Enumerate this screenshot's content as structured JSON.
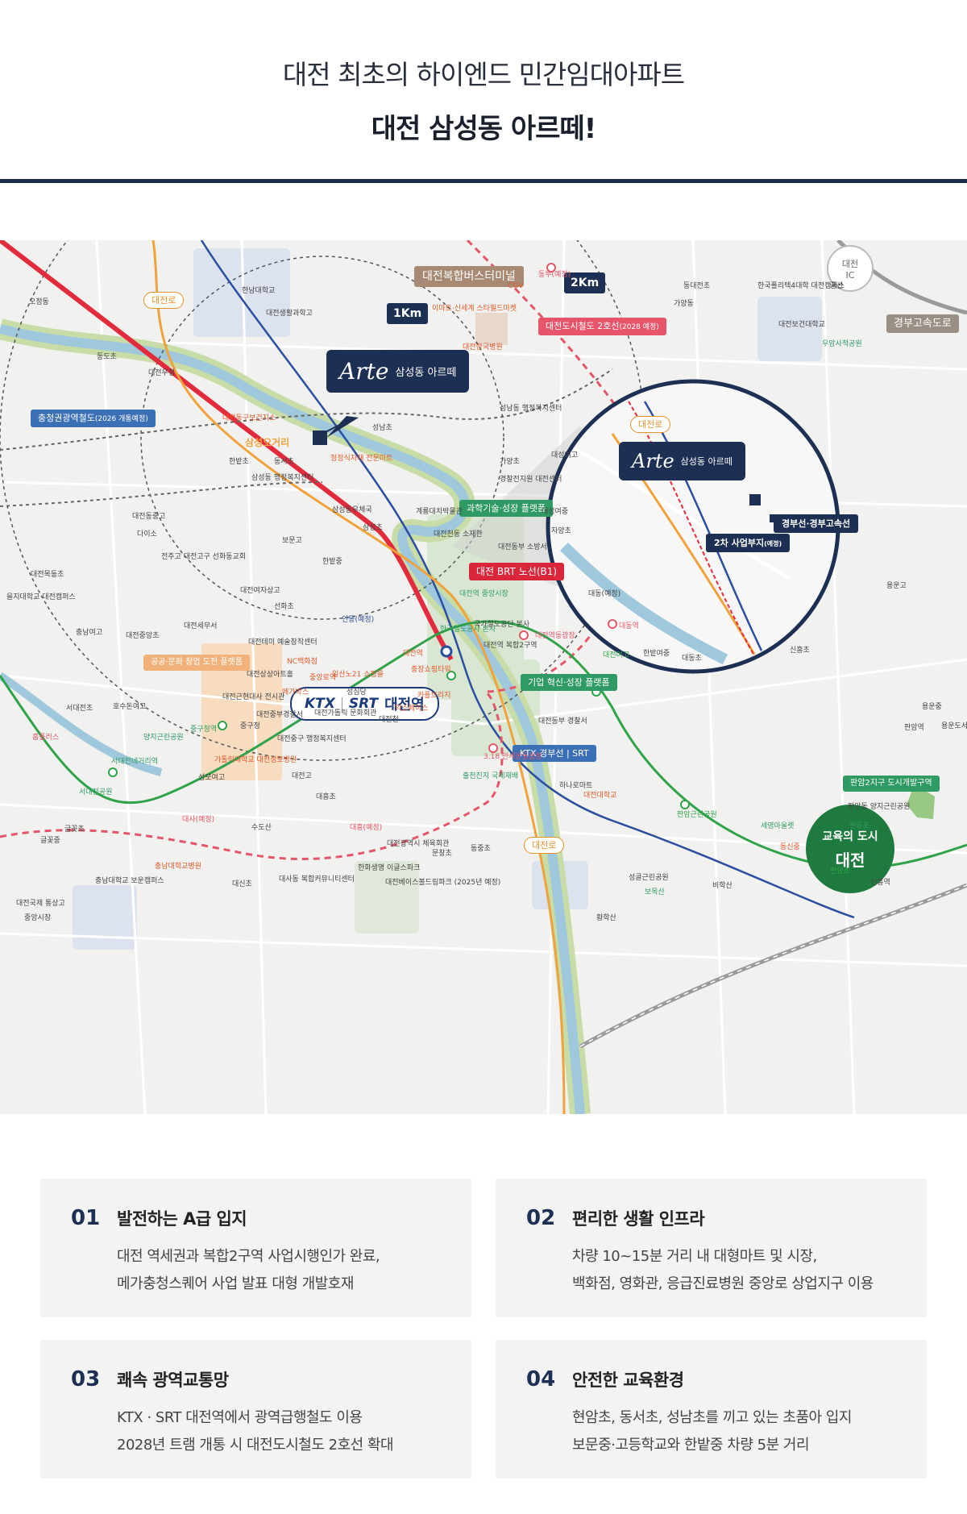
{
  "header": {
    "subtitle": "대전 최초의 하이엔드 민간임대아파트",
    "title": "대전 삼성동 아르떼!"
  },
  "map": {
    "radius_labels": {
      "r1": "1Km",
      "r2": "2Km"
    },
    "ic": {
      "name": "대전",
      "code": "IC"
    },
    "arte": {
      "logo": "Arte",
      "name": "삼성동 아르떼"
    },
    "ktx": {
      "ktx": "KTX",
      "srt": "SRT",
      "station": "대전역"
    },
    "education": {
      "line1": "교육의 도시",
      "line2": "대전"
    },
    "tags": {
      "bus_terminal": "대전복합버스터미널",
      "metro2": "대전도시철도 2호선",
      "metro2_note": "(2028 예정)",
      "regional_rail": "충청권광역철도",
      "regional_rail_note": "(2026 개통예정)",
      "brt": "대전 BRT 노선(B1)",
      "science_platform": "과학기술·성장 플랫폼",
      "enterprise_platform": "기업 혁신·성장 플랫폼",
      "ktx_line": "KTX 경부선 | SRT",
      "gyeongbu_expressway": "경부고속도로",
      "gyeongbu_line": "경부선·경부고속선",
      "second_site": "2차 사업부지",
      "second_site_note": "(예정)",
      "startup_street": "공공·문화 창업 도전 플랫폼",
      "hanbat_district": "판암2지구 도시개발구역",
      "daejeon_ro_1": "대전로",
      "daejeon_ro_2": "대전로",
      "daejeon_ro_3": "대전로",
      "samsung_ogeori": "삼성오거리"
    },
    "places": [
      "한남대학교",
      "오정동",
      "대전로",
      "대전생활과학고",
      "이마트·신세계 스타필드마켓",
      "CGV",
      "동부(예정)",
      "대전한국병원",
      "동대전초",
      "가양동",
      "한국폴리텍4대학 대전캠퍼스",
      "궁산",
      "대전보건대학교",
      "우암사적공원",
      "동도초",
      "대전우정",
      "대전동구보건지소",
      "청정식자재 전문마트",
      "성남초",
      "성남동 행정복지센터",
      "한밭초",
      "동서초",
      "삼성동 행정복지센터",
      "삼성동우체국",
      "삼성초",
      "대전동중고",
      "다이소",
      "전주고 대전고구 선화동교회",
      "보문고",
      "한밭중",
      "대전여자상고",
      "선화초",
      "대전목동초",
      "을지대학교 대전캠퍼스",
      "충남여고",
      "대전중앙초",
      "대전세무서",
      "대전테미 예술창작센터",
      "NC백화점",
      "일산노21 쇼핑몰",
      "중앙로역",
      "대전상상아트홀",
      "메가박스",
      "성심당",
      "대전근현대사 전시관",
      "대전중부경찰서",
      "중구청",
      "대전가톨릭 문화회관",
      "서대전초",
      "호수돈여고",
      "양지근린공원",
      "중구청역",
      "흡플러스",
      "대전중구 행정복지센터",
      "서대전네거리역",
      "가톨릭대학교 대전성모병원",
      "성모여고",
      "서대전공원",
      "대전고",
      "대흥초",
      "대흥(예정)",
      "대사(예정)",
      "수도산",
      "글꽃초",
      "글꽃중",
      "충남대학교 보운캠퍼스",
      "충남대학교병원",
      "대신초",
      "대사동 복합커뮤니티센터",
      "대전광역시 체육회관",
      "한화생명 이글스파크",
      "대전베이스볼드림파크 (2025년 예정)",
      "문창초",
      "동중초",
      "대전국제 통상고",
      "중앙시장",
      "대전역",
      "한국철도공사 본사",
      "국가철도공단 본사",
      "대전역 복합2구역",
      "대전역동광장",
      "대전역 중앙시장",
      "충장쇼핑타워",
      "커플브리지",
      "익스페이스",
      "대전천",
      "인동(예정)",
      "3.18 만세운동광장",
      "출천진지 국제재배",
      "계룡대치박물관",
      "대전천동 소재관",
      "대전동부 소방서",
      "경찰전지원 대전센터",
      "가양초",
      "대성여고",
      "대성여중",
      "자양초",
      "대동(예정)",
      "대동역",
      "대전여고",
      "한밭여중",
      "대동초",
      "신흥초",
      "대전동부 경찰서",
      "하나로마트",
      "대전대학교",
      "용운고",
      "용운중",
      "용운도서관",
      "판암역",
      "판암초",
      "신흥역",
      "판암근린공원",
      "세영아울렛",
      "동신중",
      "판암동 양지근린공원",
      "천동초",
      "성골근린공원",
      "보목산",
      "비학산",
      "황학산"
    ]
  },
  "cards": [
    {
      "num": "01",
      "title": "발전하는 A급 입지",
      "lines": [
        "대전 역세권과 복합2구역 사업시행인가 완료,",
        "메가충청스퀘어 사업 발표 대형 개발호재"
      ]
    },
    {
      "num": "02",
      "title": "편리한 생활 인프라",
      "lines": [
        "차량 10~15분 거리 내 대형마트 및 시장,",
        "백화점, 영화관, 응급진료병원 중앙로 상업지구 이용"
      ]
    },
    {
      "num": "03",
      "title": "쾌속 광역교통망",
      "lines": [
        "KTX · SRT 대전역에서 광역급행철도 이용",
        "2028년 트램 개통 시 대전도시철도 2호선 확대"
      ]
    },
    {
      "num": "04",
      "title": "안전한 교육환경",
      "lines": [
        "현암초, 동서초, 성남초를 끼고 있는 초품아 입지",
        "보문중·고등학교와 한밭중 차량 5분 거리"
      ]
    }
  ]
}
